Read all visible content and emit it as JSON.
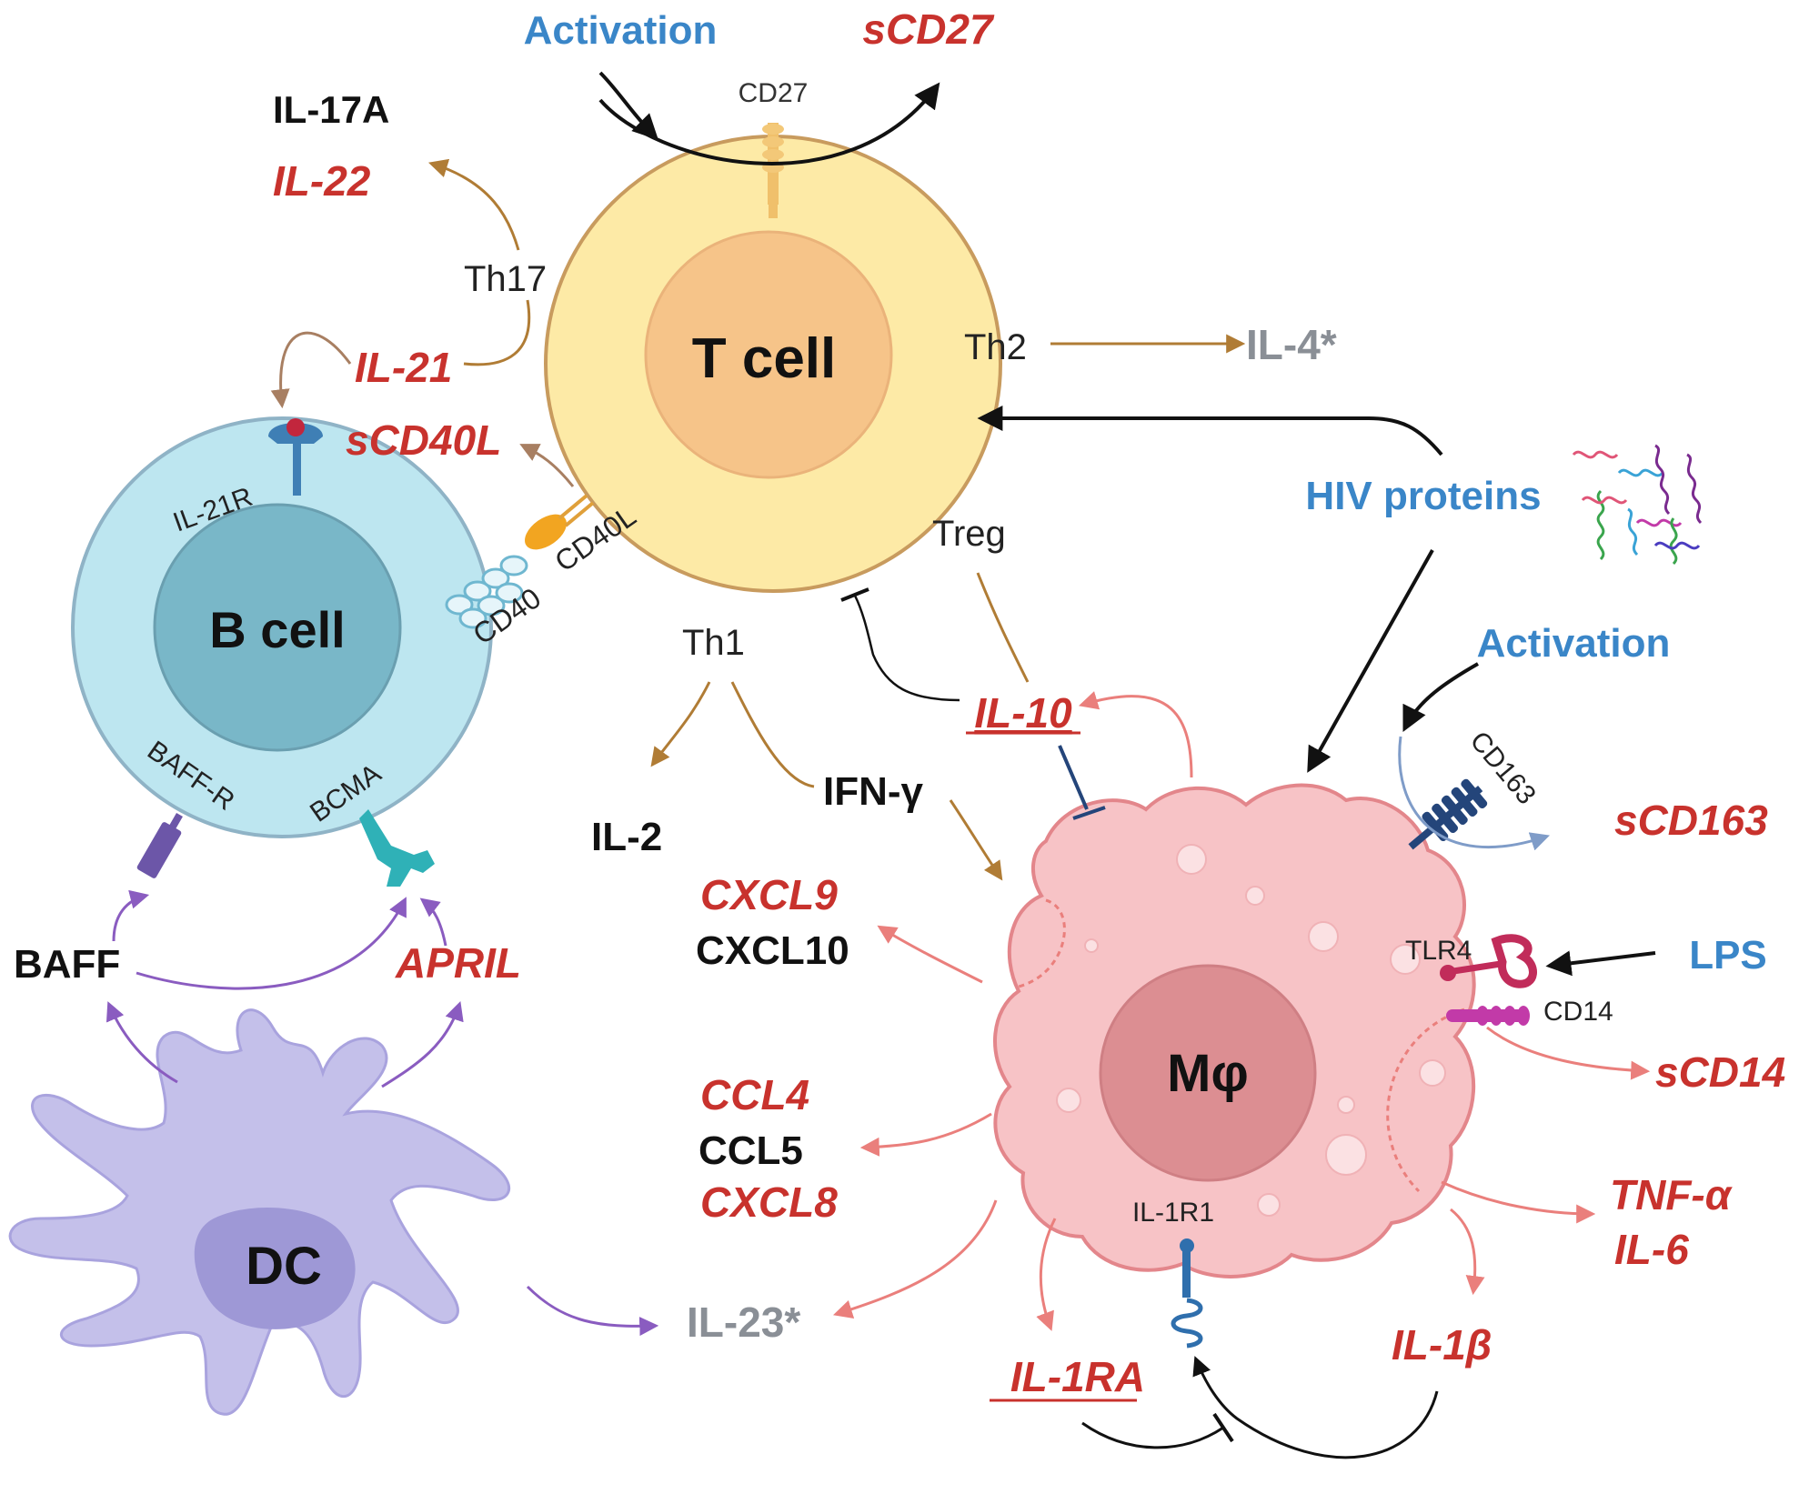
{
  "cells": {
    "t_cell": "T cell",
    "b_cell": "B cell",
    "dc": "DC",
    "macrophage": "Mφ"
  },
  "receptors": {
    "cd27": "CD27",
    "il21r": "IL-21R",
    "cd40": "CD40",
    "cd40l": "CD40L",
    "baff_r": "BAFF-R",
    "bcma": "BCMA",
    "cd163": "CD163",
    "tlr4": "TLR4",
    "cd14": "CD14",
    "il1r1": "IL-1R1"
  },
  "subsets": {
    "th17": "Th17",
    "th2": "Th2",
    "th1": "Th1",
    "treg": "Treg"
  },
  "stimuli": {
    "activation_top": "Activation",
    "activation_right": "Activation",
    "hiv_proteins": "HIV proteins",
    "lps": "LPS"
  },
  "markers": {
    "scd27": "sCD27",
    "il17a": "IL-17A",
    "il22": "IL-22",
    "il21": "IL-21",
    "scd40l": "sCD40L",
    "il4": "IL-4*",
    "il10": "IL-10",
    "ifng": "IFN-γ",
    "il2": "IL-2",
    "cxcl9": "CXCL9",
    "cxcl10": "CXCL10",
    "ccl4": "CCL4",
    "ccl5": "CCL5",
    "cxcl8": "CXCL8",
    "il23": "IL-23*",
    "il1ra": "IL-1RA",
    "il1b": "IL-1β",
    "tnfa": "TNF-α",
    "il6": "IL-6",
    "scd14": "sCD14",
    "scd163": "sCD163",
    "baff": "BAFF",
    "april": "APRIL"
  },
  "colors": {
    "red_marker": "#c8322d",
    "blue_stimulus": "#3a86c8",
    "grey_marker": "#8a8f96",
    "black_marker": "#111111",
    "t_cell_outer": "#fdeaa6",
    "t_cell_inner": "#f6c489",
    "b_cell_outer": "#bde6f0",
    "b_cell_inner": "#79b7c8",
    "dc_body": "#c4c0ea",
    "dc_nucleus": "#9e98d6",
    "macrophage_body": "#f7c3c6",
    "macrophage_nucleus": "#dc8e92",
    "brown_arrow": "#b07c35",
    "purple_arrow": "#8a5cc0",
    "salmon_arrow": "#ea7f7c"
  }
}
